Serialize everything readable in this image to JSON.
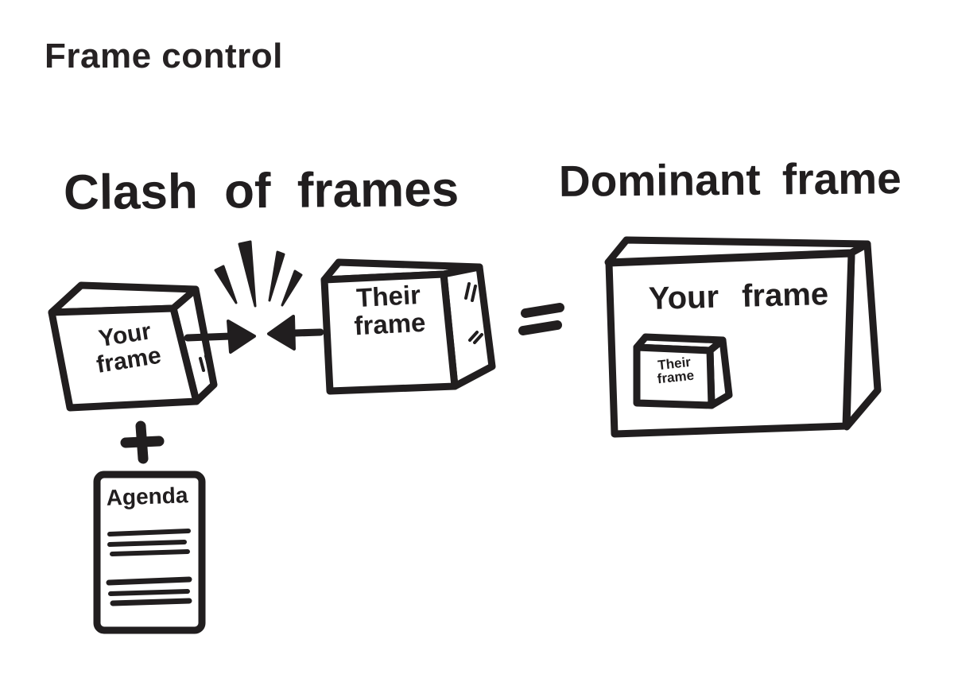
{
  "page": {
    "title": "Frame control",
    "background": "#ffffff",
    "ink_color": "#211e1f"
  },
  "diagram": {
    "clash_section": {
      "heading": "Clash of frames",
      "your_frame_box": {
        "line1": "Your",
        "line2": "frame"
      },
      "their_frame_box": {
        "line1": "Their",
        "line2": "frame"
      },
      "plus_symbol": "+",
      "agenda_doc": {
        "title": "Agenda",
        "text_line_groups": [
          3,
          3
        ]
      }
    },
    "equals_symbol": "=",
    "dominant_section": {
      "heading": "Dominant frame",
      "your_frame_box": {
        "label": "Your frame"
      },
      "their_frame_box": {
        "line1": "Their",
        "line2": "frame"
      }
    },
    "icons": {
      "collision_spark": "spark-burst-icon",
      "arrow_right": "arrow-right-icon",
      "arrow_left": "arrow-left-icon",
      "plus": "plus-icon",
      "equals": "equals-icon",
      "agenda": "document-icon"
    }
  }
}
